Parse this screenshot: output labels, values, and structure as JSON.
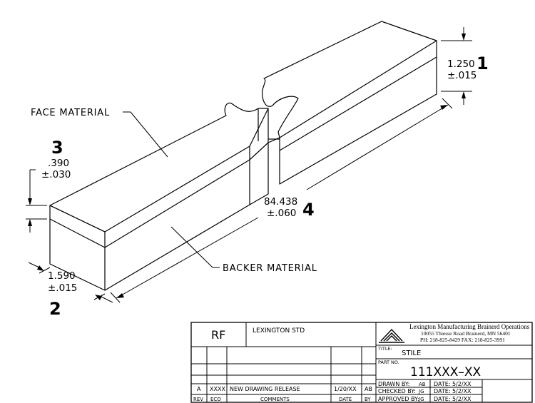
{
  "labels": {
    "face_material": "FACE MATERIAL",
    "backer_material": "BACKER MATERIAL"
  },
  "dimensions": {
    "thickness": {
      "value": "1.250",
      "tol": "±.015",
      "callout": "1"
    },
    "width": {
      "value": "1.590",
      "tol": "±.015",
      "callout": "2"
    },
    "face": {
      "value": ".390",
      "tol": "±.030",
      "callout": "3"
    },
    "length": {
      "value": "84.438",
      "tol": "±.060",
      "callout": "4"
    }
  },
  "title_block": {
    "code": "RF",
    "standard": "LEXINGTON STD",
    "company": {
      "name": "Lexington Manufacturing Brainerd Operations",
      "address": "10055 Thiesse Road Brainerd, MN 56401",
      "phone": "PH: 218-825-8429   FAX: 218-825-3991"
    },
    "title_label": "TITLE:",
    "title": "STILE",
    "part_label": "PART NO.",
    "part_no": "111XXX–XX",
    "revision": {
      "rev": "A",
      "eco": "XXXX",
      "comment": "NEW DRAWING RELEASE",
      "date": "1/20/XX",
      "by": "AB"
    },
    "rev_headers": {
      "rev": "REV",
      "eco": "ECO",
      "comments": "COMMENTS",
      "date": "DATE",
      "by": "BY"
    },
    "signoffs": [
      {
        "label": "DRAWN BY:",
        "who": "AB",
        "date_label": "DATE:",
        "date": "5/2/XX"
      },
      {
        "label": "CHECKED BY:",
        "who": "JG",
        "date_label": "DATE:",
        "date": "5/2/XX"
      },
      {
        "label": "APPROVED BY:",
        "who": "JG",
        "date_label": "DATE:",
        "date": "5/2/XX"
      }
    ]
  }
}
